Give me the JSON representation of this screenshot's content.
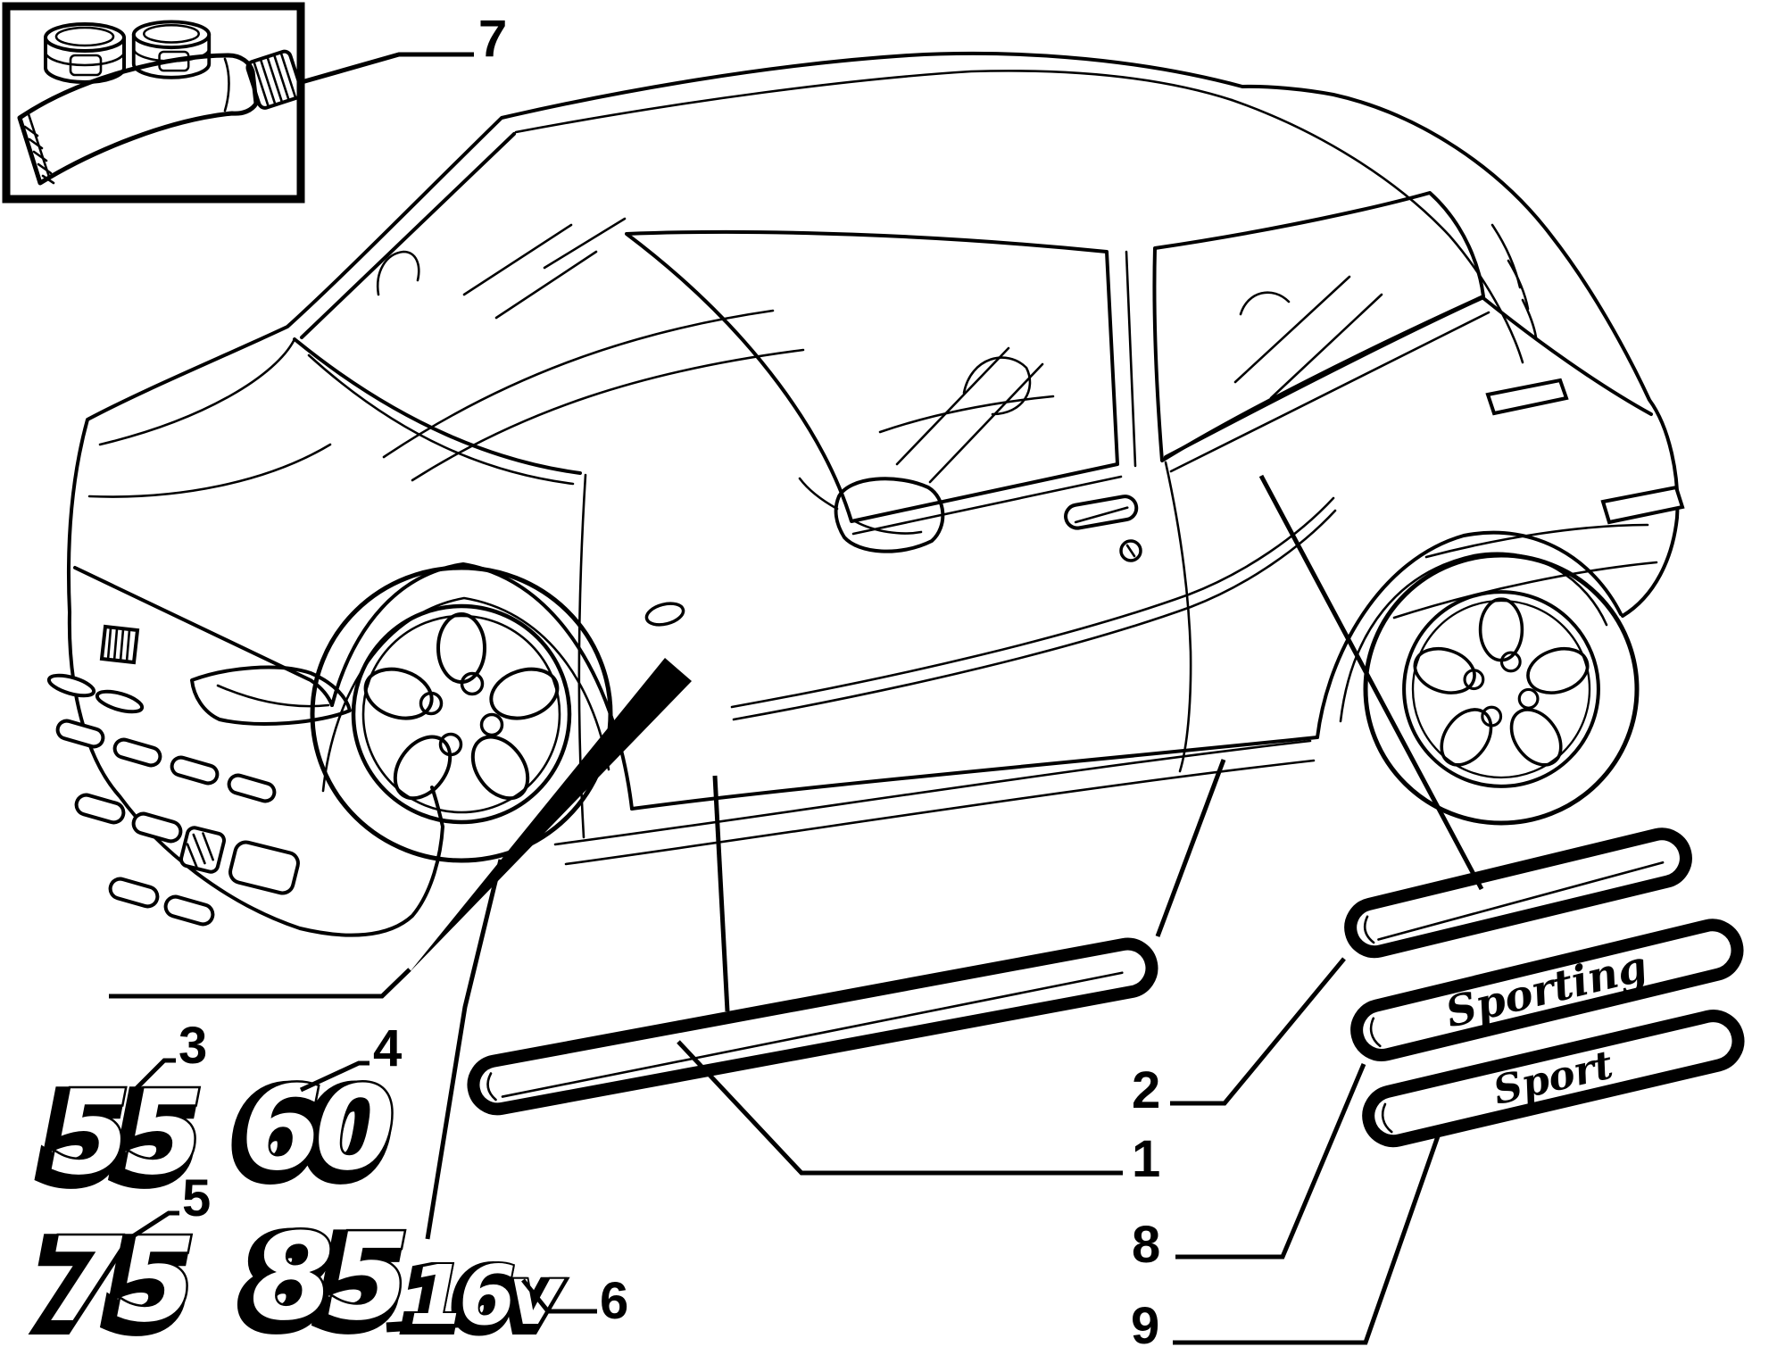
{
  "page": {
    "background_color": "#ffffff",
    "ink_color": "#000000",
    "description_icons": [
      "paint-jar-icon",
      "paint-jar-icon",
      "adhesive-tube-icon",
      "car-line-art"
    ]
  },
  "callouts": [
    {
      "label": "1"
    },
    {
      "label": "2"
    },
    {
      "label": "3"
    },
    {
      "label": "4"
    },
    {
      "label": "5"
    },
    {
      "label": "6"
    },
    {
      "label": "7"
    },
    {
      "label": "8"
    },
    {
      "label": "9"
    }
  ],
  "badges": {
    "badge_55": "55",
    "badge_60": "60",
    "badge_75": "75",
    "badge_85": "85",
    "badge_16v": "16v"
  },
  "molding_scripts": {
    "sporting": "Sporting",
    "sport": "Sport"
  }
}
